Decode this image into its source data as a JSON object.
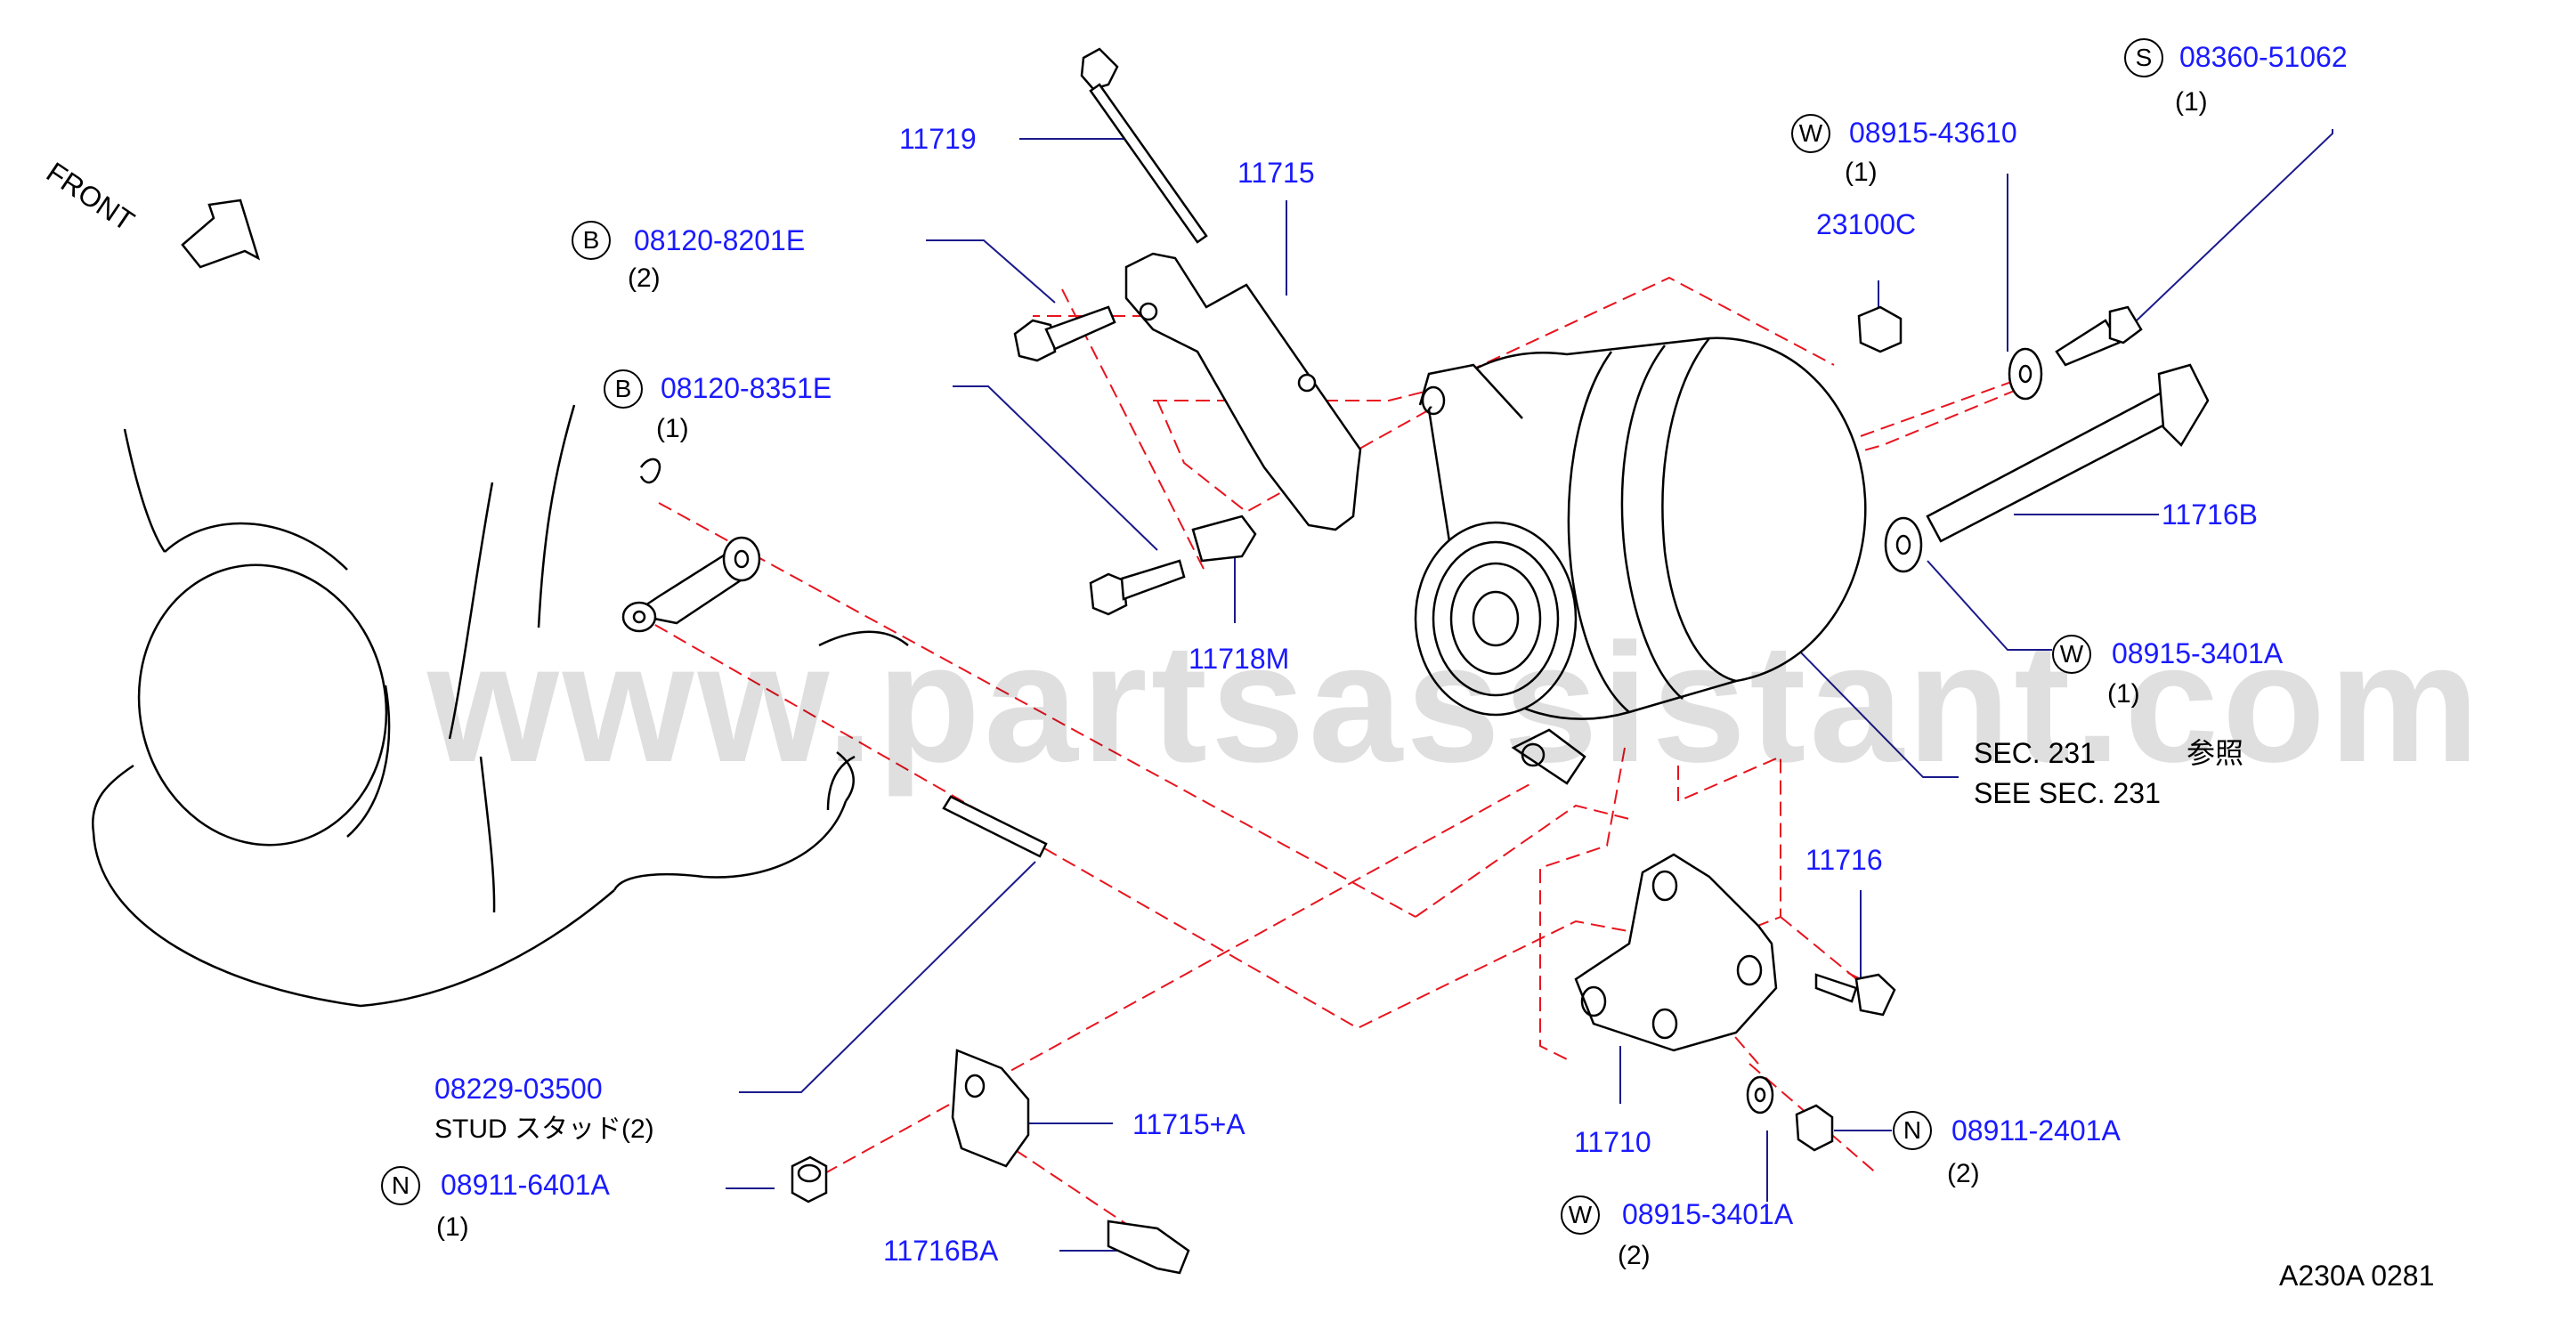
{
  "colors": {
    "label": "#1a1aff",
    "leader_line": "#1a1a8c",
    "dashed_line": "#e8141e",
    "outline": "#000000"
  },
  "front_label": "FRONT",
  "watermark": "www.partsassistant.com",
  "reference": {
    "sec_jp": "SEC. 231",
    "sec_jp_suffix": "参照",
    "see_sec": "SEE SEC. 231"
  },
  "diagram_code": "A230A 0281",
  "parts": [
    {
      "id": "p11719",
      "number": "11719"
    },
    {
      "id": "p11715",
      "number": "11715"
    },
    {
      "id": "p08120_8201E",
      "number": "08120-8201E",
      "symbol": "B",
      "qty": "(2)"
    },
    {
      "id": "p08120_8351E",
      "number": "08120-8351E",
      "symbol": "B",
      "qty": "(1)"
    },
    {
      "id": "p11718M",
      "number": "11718M"
    },
    {
      "id": "p08229_03500",
      "number": "08229-03500",
      "desc": "STUD スタッド(2)"
    },
    {
      "id": "p08911_6401A",
      "number": "08911-6401A",
      "symbol": "N",
      "qty": "(1)"
    },
    {
      "id": "p11715A",
      "number": "11715+A"
    },
    {
      "id": "p11716BA",
      "number": "11716BA"
    },
    {
      "id": "p23100C",
      "number": "23100C"
    },
    {
      "id": "p08915_43610",
      "number": "08915-43610",
      "symbol": "W",
      "qty": "(1)"
    },
    {
      "id": "p08360_51062",
      "number": "08360-51062",
      "symbol": "S",
      "qty": "(1)"
    },
    {
      "id": "p11716B",
      "number": "11716B"
    },
    {
      "id": "p08915_3401A_1",
      "number": "08915-3401A",
      "symbol": "W",
      "qty": "(1)"
    },
    {
      "id": "p11716",
      "number": "11716"
    },
    {
      "id": "p11710",
      "number": "11710"
    },
    {
      "id": "p08915_3401A_2",
      "number": "08915-3401A",
      "symbol": "W",
      "qty": "(2)"
    },
    {
      "id": "p08911_2401A",
      "number": "08911-2401A",
      "symbol": "N",
      "qty": "(2)"
    }
  ]
}
